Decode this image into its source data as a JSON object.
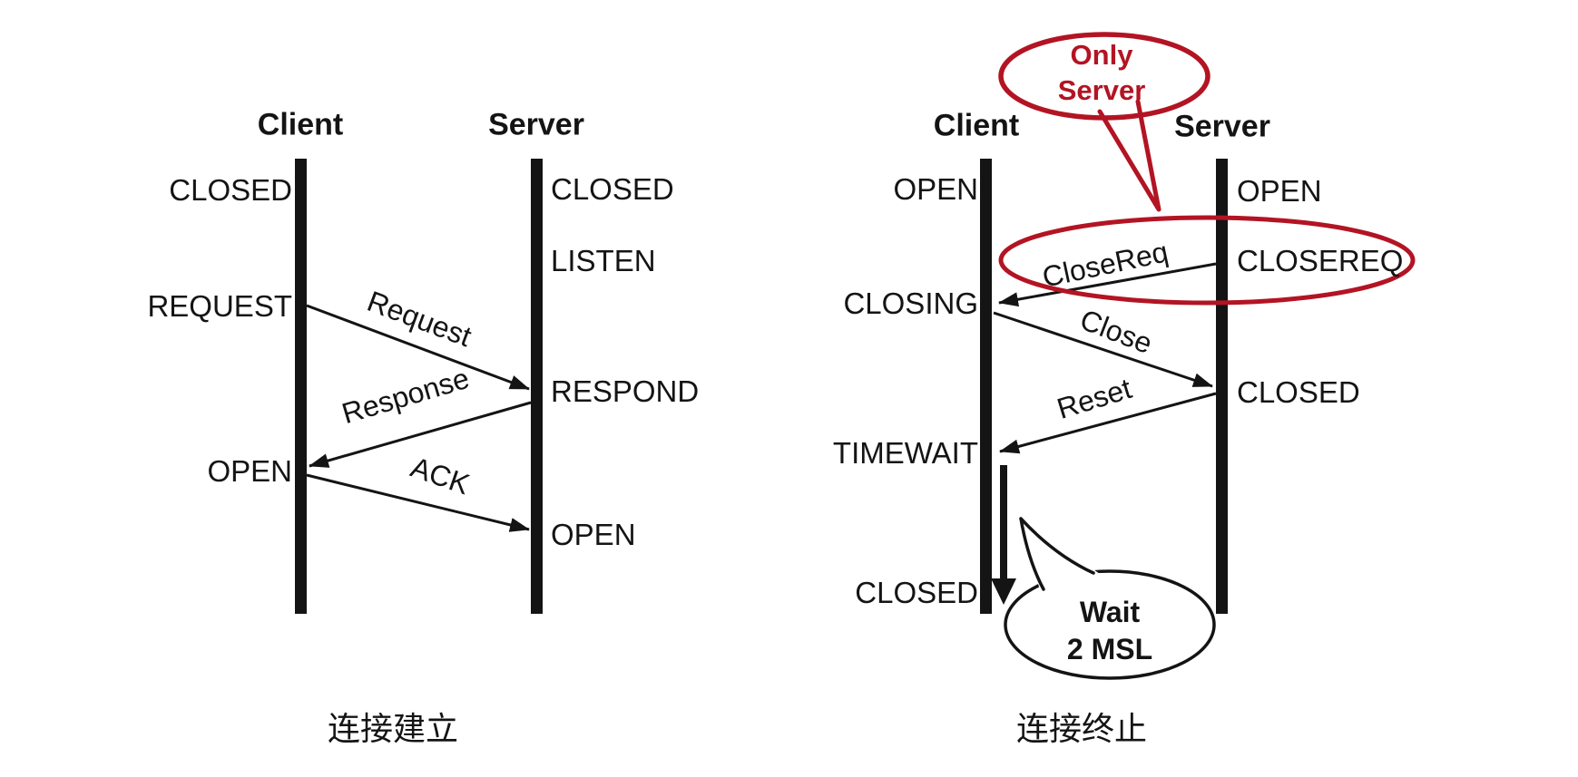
{
  "colors": {
    "ink": "#141414",
    "accent_red": "#b31423",
    "background": "#ffffff"
  },
  "left_diagram": {
    "caption": "连接建立",
    "client_title": "Client",
    "server_title": "Server",
    "client_states": [
      {
        "label": "CLOSED"
      },
      {
        "label": "REQUEST"
      },
      {
        "label": "OPEN"
      }
    ],
    "server_states": [
      {
        "label": "CLOSED"
      },
      {
        "label": "LISTEN"
      },
      {
        "label": "RESPOND"
      },
      {
        "label": "OPEN"
      }
    ],
    "messages": [
      {
        "label": "Request",
        "from": "client",
        "to": "server"
      },
      {
        "label": "Response",
        "from": "server",
        "to": "client"
      },
      {
        "label": "ACK",
        "from": "client",
        "to": "server"
      }
    ]
  },
  "right_diagram": {
    "caption": "连接终止",
    "client_title": "Client",
    "server_title": "Server",
    "client_states": [
      {
        "label": "OPEN"
      },
      {
        "label": "CLOSING"
      },
      {
        "label": "TIMEWAIT"
      },
      {
        "label": "CLOSED"
      }
    ],
    "server_states": [
      {
        "label": "OPEN"
      },
      {
        "label": "CLOSEREQ"
      },
      {
        "label": "CLOSED"
      }
    ],
    "messages": [
      {
        "label": "CloseReq",
        "from": "server",
        "to": "client"
      },
      {
        "label": "Close",
        "from": "client",
        "to": "server"
      },
      {
        "label": "Reset",
        "from": "server",
        "to": "client"
      }
    ],
    "callouts": {
      "only_server": {
        "line1": "Only",
        "line2": "Server"
      },
      "wait_2msl": {
        "line1": "Wait",
        "line2": "2 MSL"
      }
    }
  }
}
